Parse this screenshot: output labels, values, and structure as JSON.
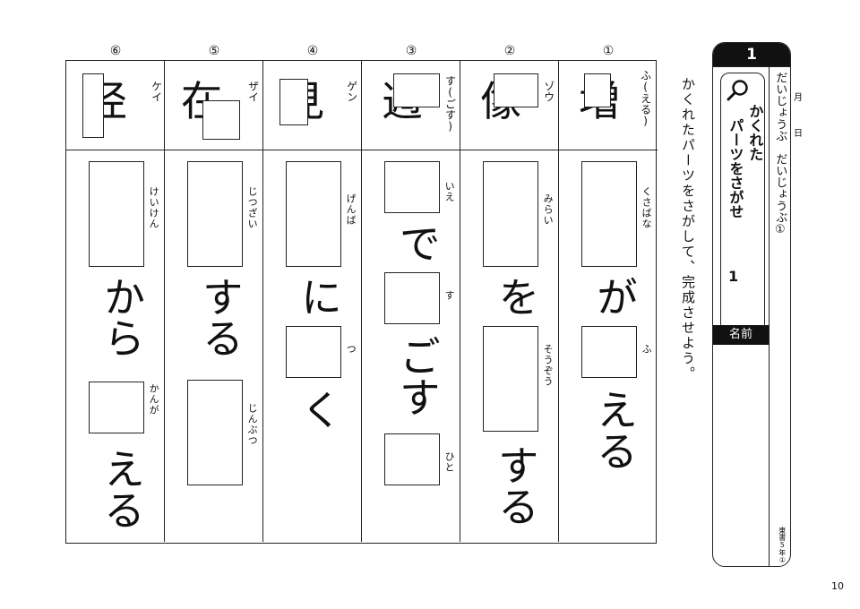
{
  "columns": [
    {
      "num": "①",
      "kanji": "増",
      "reading": "ふ(える)",
      "q1_furi": "くさばな",
      "kana1": "が",
      "q2_furi": "ふ",
      "kana2": "える"
    },
    {
      "num": "②",
      "kanji": "像",
      "reading": "ゾウ",
      "q1_furi": "みらい",
      "kana1": "を",
      "q2_furi": "そうぞう",
      "kana2": "する"
    },
    {
      "num": "③",
      "kanji": "週",
      "reading": "す(ごす)",
      "q1_furi": "いえ",
      "kana1": "で",
      "q2_furi": "す",
      "kana2": "ごす",
      "q3_furi": "ひと"
    },
    {
      "num": "④",
      "kanji": "見",
      "reading": "ゲン",
      "q1_furi": "げんば",
      "kana1": "に",
      "q2_furi": "つ",
      "kana2": "く"
    },
    {
      "num": "⑤",
      "kanji": "在",
      "reading": "ザイ",
      "q1_furi": "じつざい",
      "kana1": "する",
      "q2_furi": "じんぶつ"
    },
    {
      "num": "⑥",
      "kanji": "径",
      "reading": "ケイ",
      "q1_furi": "けいけん",
      "kana1": "から",
      "q2_furi": "かんが",
      "kana2": "える"
    }
  ],
  "instruction": "かくれたパーツをさがして、完成させよう。",
  "panel": {
    "number": "1",
    "title_a": "かくれた",
    "title_b": "パーツをさがせ",
    "title_num": "1",
    "name_label": "名前",
    "side_text": "だいじょうぶ　だいじょうぶ①",
    "month": "月",
    "day": "日",
    "publisher": "東書5年①"
  },
  "page_number": "10",
  "icons": {
    "magnifier": "magnifier-icon"
  }
}
